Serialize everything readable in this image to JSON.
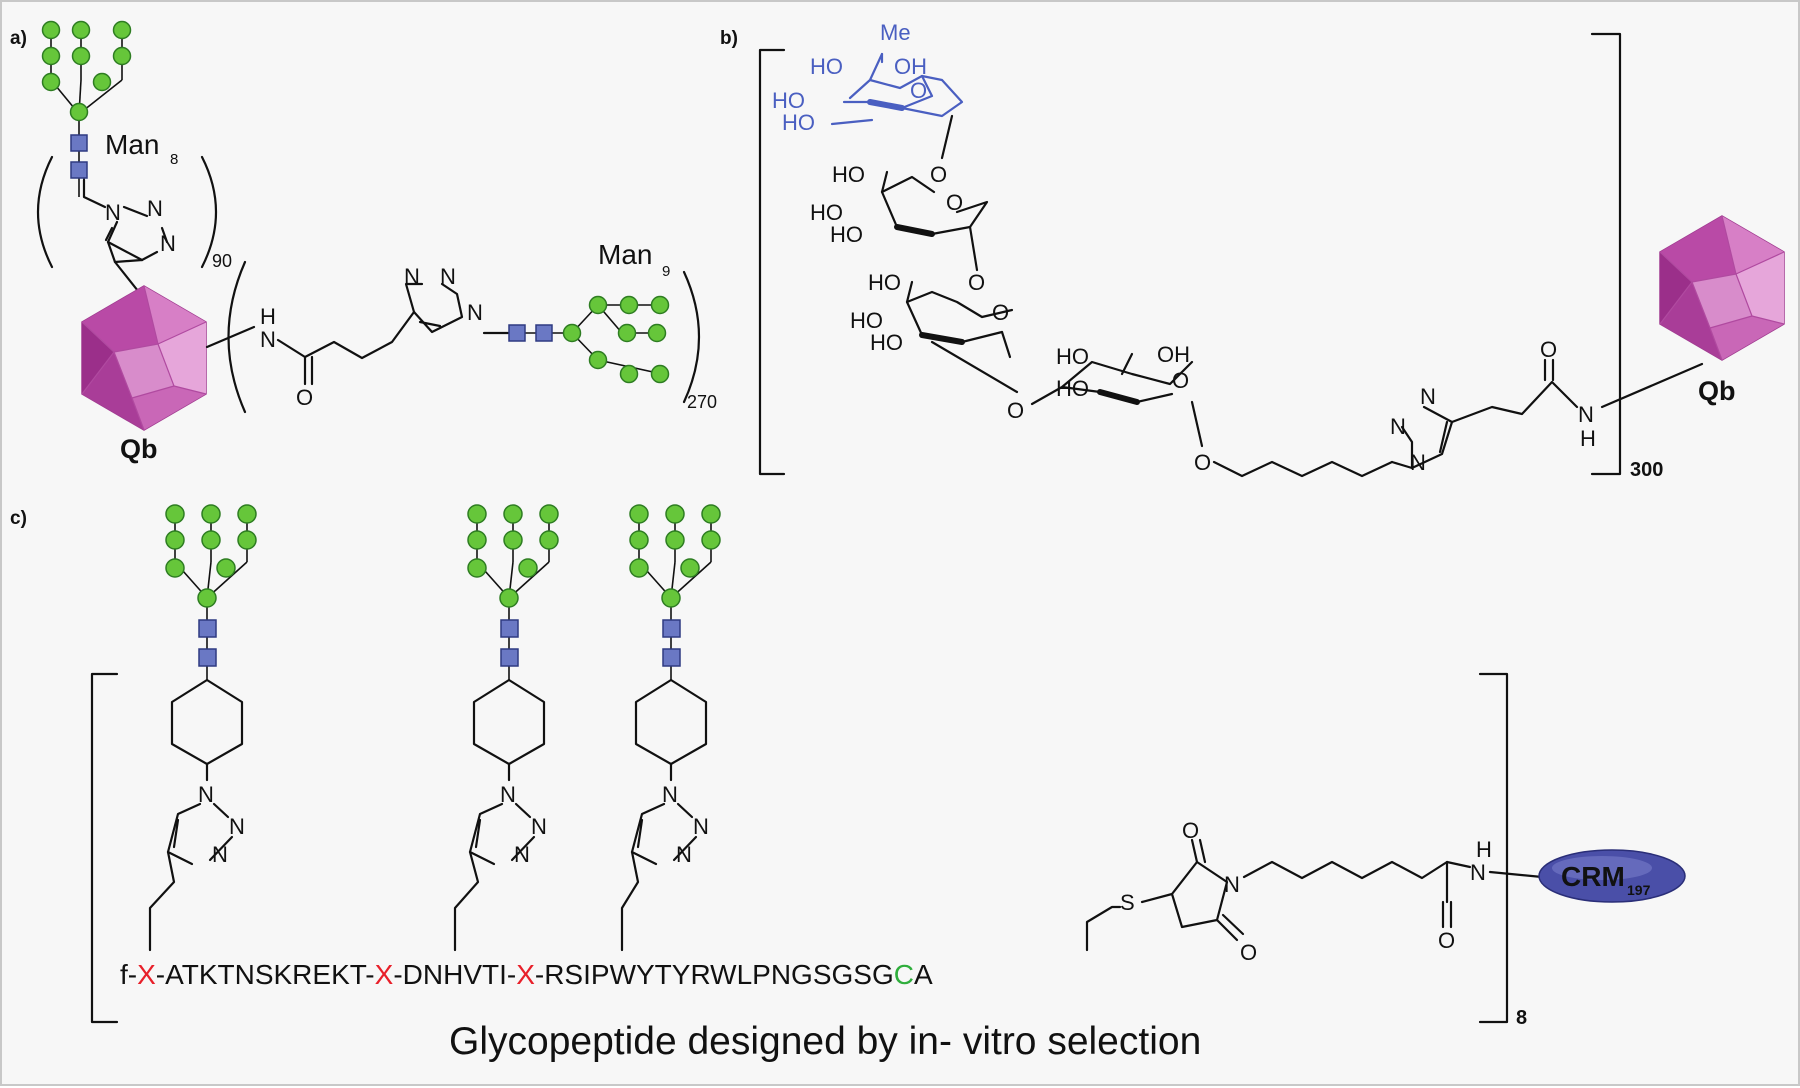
{
  "colors": {
    "background": "#f7f7f7",
    "mannose": "#66c63a",
    "glcnac": "#6a78c4",
    "capsid": "#c455b0",
    "rhamnose": "#4a5fc1",
    "highlight_x": "#e8202a",
    "highlight_c": "#2fae3c",
    "crm": "#4a4fa8"
  },
  "icons": {
    "capsid": "icosahedron-icon",
    "mannose": "green-circle-icon",
    "glcnac": "blue-square-icon",
    "crm": "ellipse-icon"
  },
  "panel_a": {
    "label": "a)",
    "man8": "Man",
    "man8_sub": "8",
    "count_top": "90",
    "man9": "Man",
    "man9_sub": "9",
    "count_right": "270",
    "qb": "Qb",
    "triazole_n1": "N",
    "triazole_n2": "N",
    "triazole_n3": "N",
    "amide_h": "H",
    "amide_n": "N",
    "carbonyl_o": "O"
  },
  "panel_b": {
    "label": "b)",
    "me": "Me",
    "ho": "HO",
    "oh": "OH",
    "o": "O",
    "n": "N",
    "h": "H",
    "count": "300",
    "qb": "Qb"
  },
  "panel_c": {
    "label": "c)",
    "seq": {
      "p1": "f-",
      "x": "X",
      "p2": "-ATKTNSKREKT-",
      "p3": "-DNHVTI-",
      "p4": "-RSIPWYTYRWLPNGSGSG",
      "c": "C",
      "p5": "A"
    },
    "s": "S",
    "n": "N",
    "o": "O",
    "h": "H",
    "count": "8",
    "crm": "CRM",
    "crm_sub": "197",
    "caption": "Glycopeptide designed by in- vitro selection"
  }
}
